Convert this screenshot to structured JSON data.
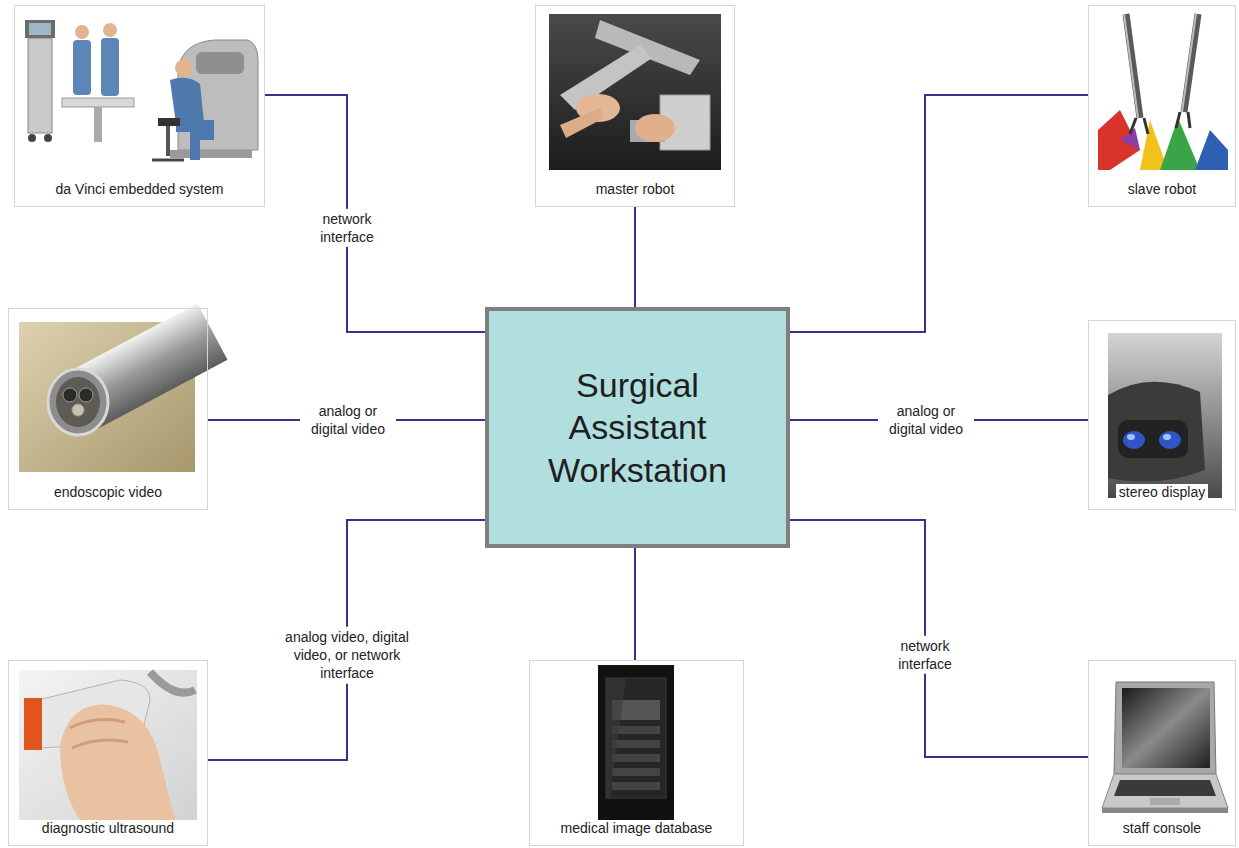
{
  "diagram": {
    "nodes": [
      {
        "text": [
          "da Vinci embedded system"
        ]
      },
      {
        "text": [
          "master robot"
        ]
      },
      {
        "text": [
          "slave robot"
        ]
      },
      {
        "text": [
          "endoscopic video"
        ]
      },
      {
        "text": [
          "Surgical Assistant Workstation"
        ]
      },
      {
        "text": [
          "stereo display"
        ]
      },
      {
        "text": [
          "diagnostic ultrasound"
        ]
      },
      {
        "text": [
          "medical image database"
        ]
      },
      {
        "text": [
          "staff console"
        ]
      }
    ],
    "edges": [
      {
        "from": 0,
        "to": 4,
        "arrow": "none",
        "label": "network interface"
      },
      {
        "from": 1,
        "to": 4,
        "arrow": "none"
      },
      {
        "from": 2,
        "to": 4,
        "arrow": "none"
      },
      {
        "from": 3,
        "to": 4,
        "arrow": "none",
        "label": "analog or digital video"
      },
      {
        "from": 5,
        "to": 4,
        "arrow": "none",
        "label": "analog or digital video"
      },
      {
        "from": 6,
        "to": 4,
        "arrow": "none",
        "label": "analog video, digital video, or network interface"
      },
      {
        "from": 7,
        "to": 4,
        "arrow": "none"
      },
      {
        "from": 8,
        "to": 4,
        "arrow": "none",
        "label": "network interface"
      }
    ]
  }
}
